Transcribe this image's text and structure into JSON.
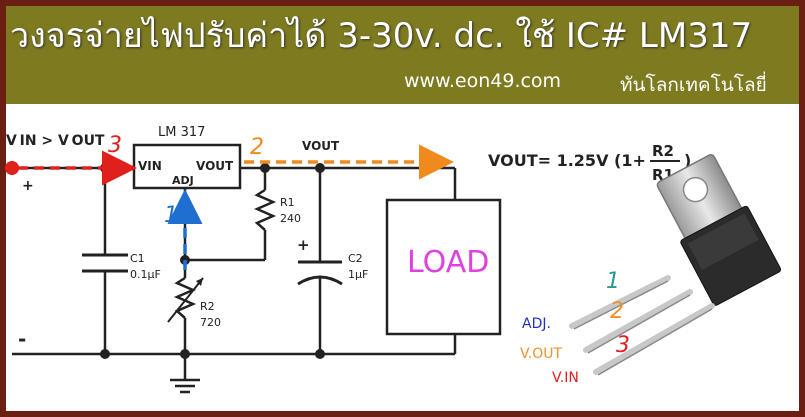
{
  "header": {
    "title": "วงจรจ่ายไฟปรับค่าได้ 3-30v. dc. ใช้ IC# LM317",
    "url": "www.eon49.com",
    "slogan": "ทันโลกเทคโนโลยี่"
  },
  "circuit": {
    "input_label": "V IN > V OUT",
    "plus_terminal": "+",
    "minus_terminal": "-",
    "ic_name": "LM 317",
    "ic_pin_vin": "VIN",
    "ic_pin_vout": "VOUT",
    "ic_pin_adj": "ADJ",
    "vout_label": "VOUT",
    "r1_name": "R1",
    "r1_value": "240",
    "r2_name": "R2",
    "r2_value": "720",
    "c1_name": "C1",
    "c1_value": "0.1µF",
    "c2_name": "C2",
    "c2_value": "1µF",
    "c2_polarity": "+",
    "load_label": "LOAD",
    "flow_marker_1": "1",
    "flow_marker_2": "2",
    "flow_marker_3": "3"
  },
  "formula": {
    "lhs": "VOUT= 1.25V (1+",
    "numerator": "R2",
    "denominator": "R1",
    "close": ")"
  },
  "package": {
    "pin1_number": "1",
    "pin2_number": "2",
    "pin3_number": "3",
    "pin1_label": "ADJ.",
    "pin2_label": "V.OUT",
    "pin3_label": "V.IN"
  },
  "colors": {
    "frame": "#6b1f12",
    "banner": "#7d7a1f",
    "vin_path": "#e0201b",
    "adj_path": "#1f6fd0",
    "vout_path": "#f08a1c",
    "load_text": "#e040e0",
    "pin1": "#2a9a8a",
    "pin2": "#f0902a",
    "pin3": "#e02020",
    "adj_label": "#2030c0"
  }
}
